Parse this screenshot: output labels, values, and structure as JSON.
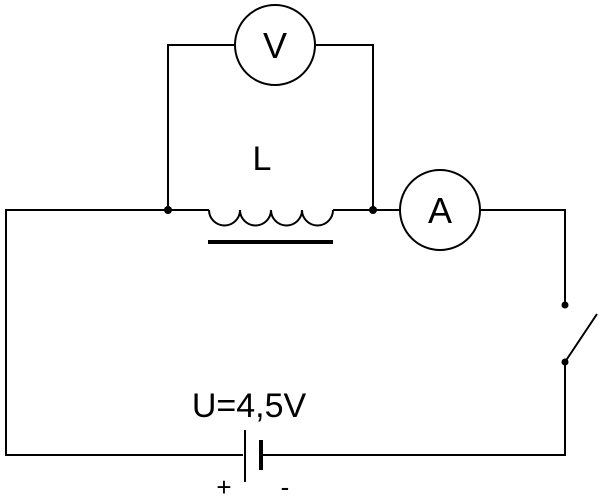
{
  "voltmeter": {
    "label": "V"
  },
  "ammeter": {
    "label": "A"
  },
  "inductor": {
    "label": "L"
  },
  "source": {
    "label": "U=4,5V",
    "plus": "+",
    "minus": "-"
  },
  "colors": {
    "line": "#000000",
    "background": "#ffffff"
  }
}
